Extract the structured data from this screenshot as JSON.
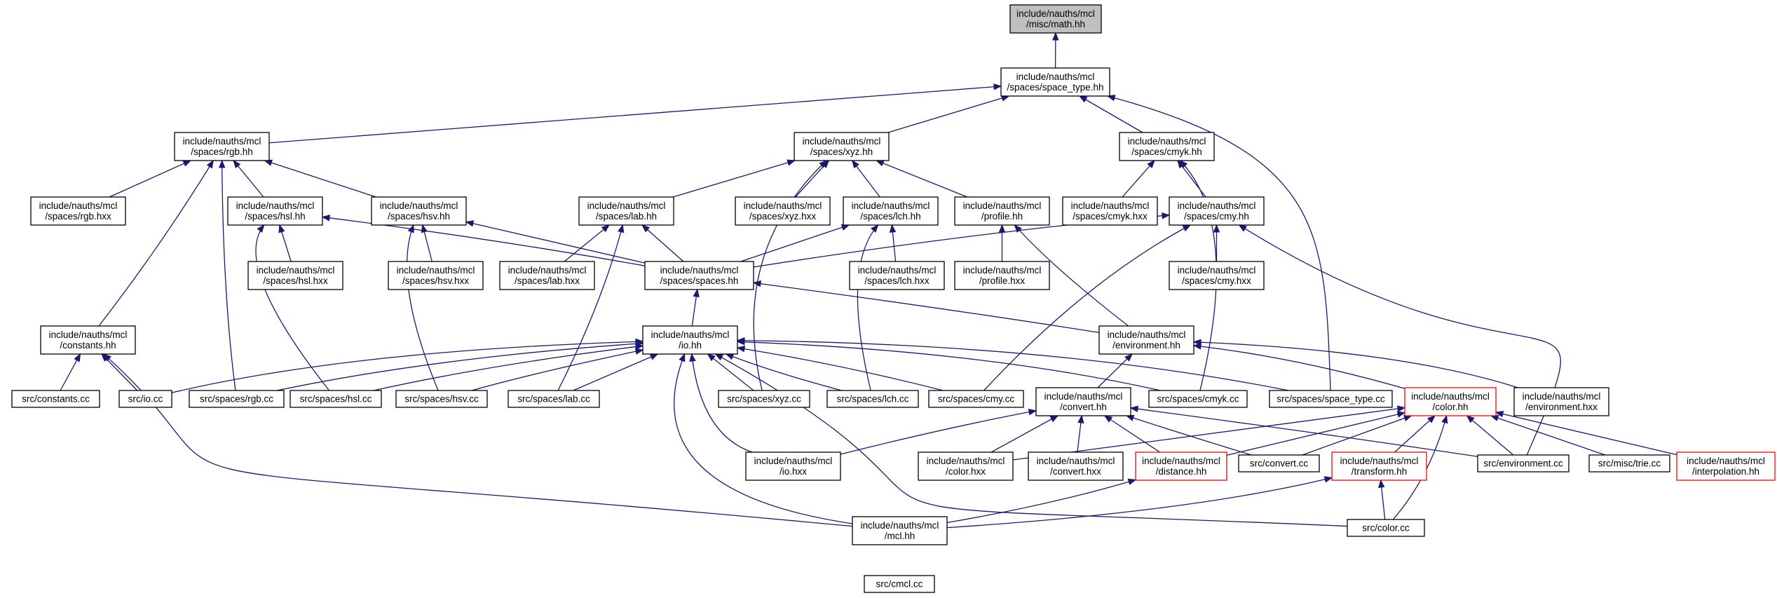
{
  "colors": {
    "edge": "#191970",
    "root_fill": "#bfbfbf",
    "highlight_border": "#ff0000",
    "node_border": "#000000"
  },
  "nodes": {
    "math": {
      "lines": [
        "include/nauths/mcl",
        "/misc/math.hh"
      ],
      "root": true
    },
    "space_type": {
      "lines": [
        "include/nauths/mcl",
        "/spaces/space_type.hh"
      ]
    },
    "rgb": {
      "lines": [
        "include/nauths/mcl",
        "/spaces/rgb.hh"
      ]
    },
    "xyz": {
      "lines": [
        "include/nauths/mcl",
        "/spaces/xyz.hh"
      ]
    },
    "cmyk": {
      "lines": [
        "include/nauths/mcl",
        "/spaces/cmyk.hh"
      ]
    },
    "rgb_hxx": {
      "lines": [
        "include/nauths/mcl",
        "/spaces/rgb.hxx"
      ]
    },
    "hsl": {
      "lines": [
        "include/nauths/mcl",
        "/spaces/hsl.hh"
      ]
    },
    "hsv": {
      "lines": [
        "include/nauths/mcl",
        "/spaces/hsv.hh"
      ]
    },
    "lab": {
      "lines": [
        "include/nauths/mcl",
        "/spaces/lab.hh"
      ]
    },
    "xyz_hxx": {
      "lines": [
        "include/nauths/mcl",
        "/spaces/xyz.hxx"
      ]
    },
    "lch": {
      "lines": [
        "include/nauths/mcl",
        "/spaces/lch.hh"
      ]
    },
    "profile": {
      "lines": [
        "include/nauths/mcl",
        "/profile.hh"
      ]
    },
    "cmyk_hxx": {
      "lines": [
        "include/nauths/mcl",
        "/spaces/cmyk.hxx"
      ]
    },
    "cmy": {
      "lines": [
        "include/nauths/mcl",
        "/spaces/cmy.hh"
      ]
    },
    "hsl_hxx": {
      "lines": [
        "include/nauths/mcl",
        "/spaces/hsl.hxx"
      ]
    },
    "hsv_hxx": {
      "lines": [
        "include/nauths/mcl",
        "/spaces/hsv.hxx"
      ]
    },
    "lab_hxx": {
      "lines": [
        "include/nauths/mcl",
        "/spaces/lab.hxx"
      ]
    },
    "spaces": {
      "lines": [
        "include/nauths/mcl",
        "/spaces/spaces.hh"
      ]
    },
    "lch_hxx": {
      "lines": [
        "include/nauths/mcl",
        "/spaces/lch.hxx"
      ]
    },
    "profile_hxx": {
      "lines": [
        "include/nauths/mcl",
        "/profile.hxx"
      ]
    },
    "cmy_hxx": {
      "lines": [
        "include/nauths/mcl",
        "/spaces/cmy.hxx"
      ]
    },
    "constants": {
      "lines": [
        "include/nauths/mcl",
        "/constants.hh"
      ]
    },
    "io": {
      "lines": [
        "include/nauths/mcl",
        "/io.hh"
      ]
    },
    "environment": {
      "lines": [
        "include/nauths/mcl",
        "/environment.hh"
      ]
    },
    "constants_cc": {
      "lines": [
        "src/constants.cc"
      ]
    },
    "io_cc": {
      "lines": [
        "src/io.cc"
      ]
    },
    "rgb_cc": {
      "lines": [
        "src/spaces/rgb.cc"
      ]
    },
    "hsl_cc": {
      "lines": [
        "src/spaces/hsl.cc"
      ]
    },
    "hsv_cc": {
      "lines": [
        "src/spaces/hsv.cc"
      ]
    },
    "lab_cc": {
      "lines": [
        "src/spaces/lab.cc"
      ]
    },
    "xyz_cc": {
      "lines": [
        "src/spaces/xyz.cc"
      ]
    },
    "lch_cc": {
      "lines": [
        "src/spaces/lch.cc"
      ]
    },
    "cmy_cc": {
      "lines": [
        "src/spaces/cmy.cc"
      ]
    },
    "convert": {
      "lines": [
        "include/nauths/mcl",
        "/convert.hh"
      ]
    },
    "cmyk_cc": {
      "lines": [
        "src/spaces/cmyk.cc"
      ]
    },
    "space_type_cc": {
      "lines": [
        "src/spaces/space_type.cc"
      ]
    },
    "color": {
      "lines": [
        "include/nauths/mcl",
        "/color.hh"
      ],
      "red": true
    },
    "environment_hxx": {
      "lines": [
        "include/nauths/mcl",
        "/environment.hxx"
      ]
    },
    "io_hxx": {
      "lines": [
        "include/nauths/mcl",
        "/io.hxx"
      ]
    },
    "color_hxx": {
      "lines": [
        "include/nauths/mcl",
        "/color.hxx"
      ]
    },
    "convert_hxx": {
      "lines": [
        "include/nauths/mcl",
        "/convert.hxx"
      ]
    },
    "distance": {
      "lines": [
        "include/nauths/mcl",
        "/distance.hh"
      ],
      "red": true
    },
    "convert_cc": {
      "lines": [
        "src/convert.cc"
      ]
    },
    "transform": {
      "lines": [
        "include/nauths/mcl",
        "/transform.hh"
      ],
      "red": true
    },
    "environment_cc": {
      "lines": [
        "src/environment.cc"
      ]
    },
    "trie_cc": {
      "lines": [
        "src/misc/trie.cc"
      ]
    },
    "interpolation": {
      "lines": [
        "include/nauths/mcl",
        "/interpolation.hh"
      ],
      "red": true
    },
    "mcl": {
      "lines": [
        "include/nauths/mcl",
        "/mcl.hh"
      ]
    },
    "color_cc": {
      "lines": [
        "src/color.cc"
      ]
    },
    "cmcl_cc": {
      "lines": [
        "src/cmcl.cc"
      ]
    }
  }
}
